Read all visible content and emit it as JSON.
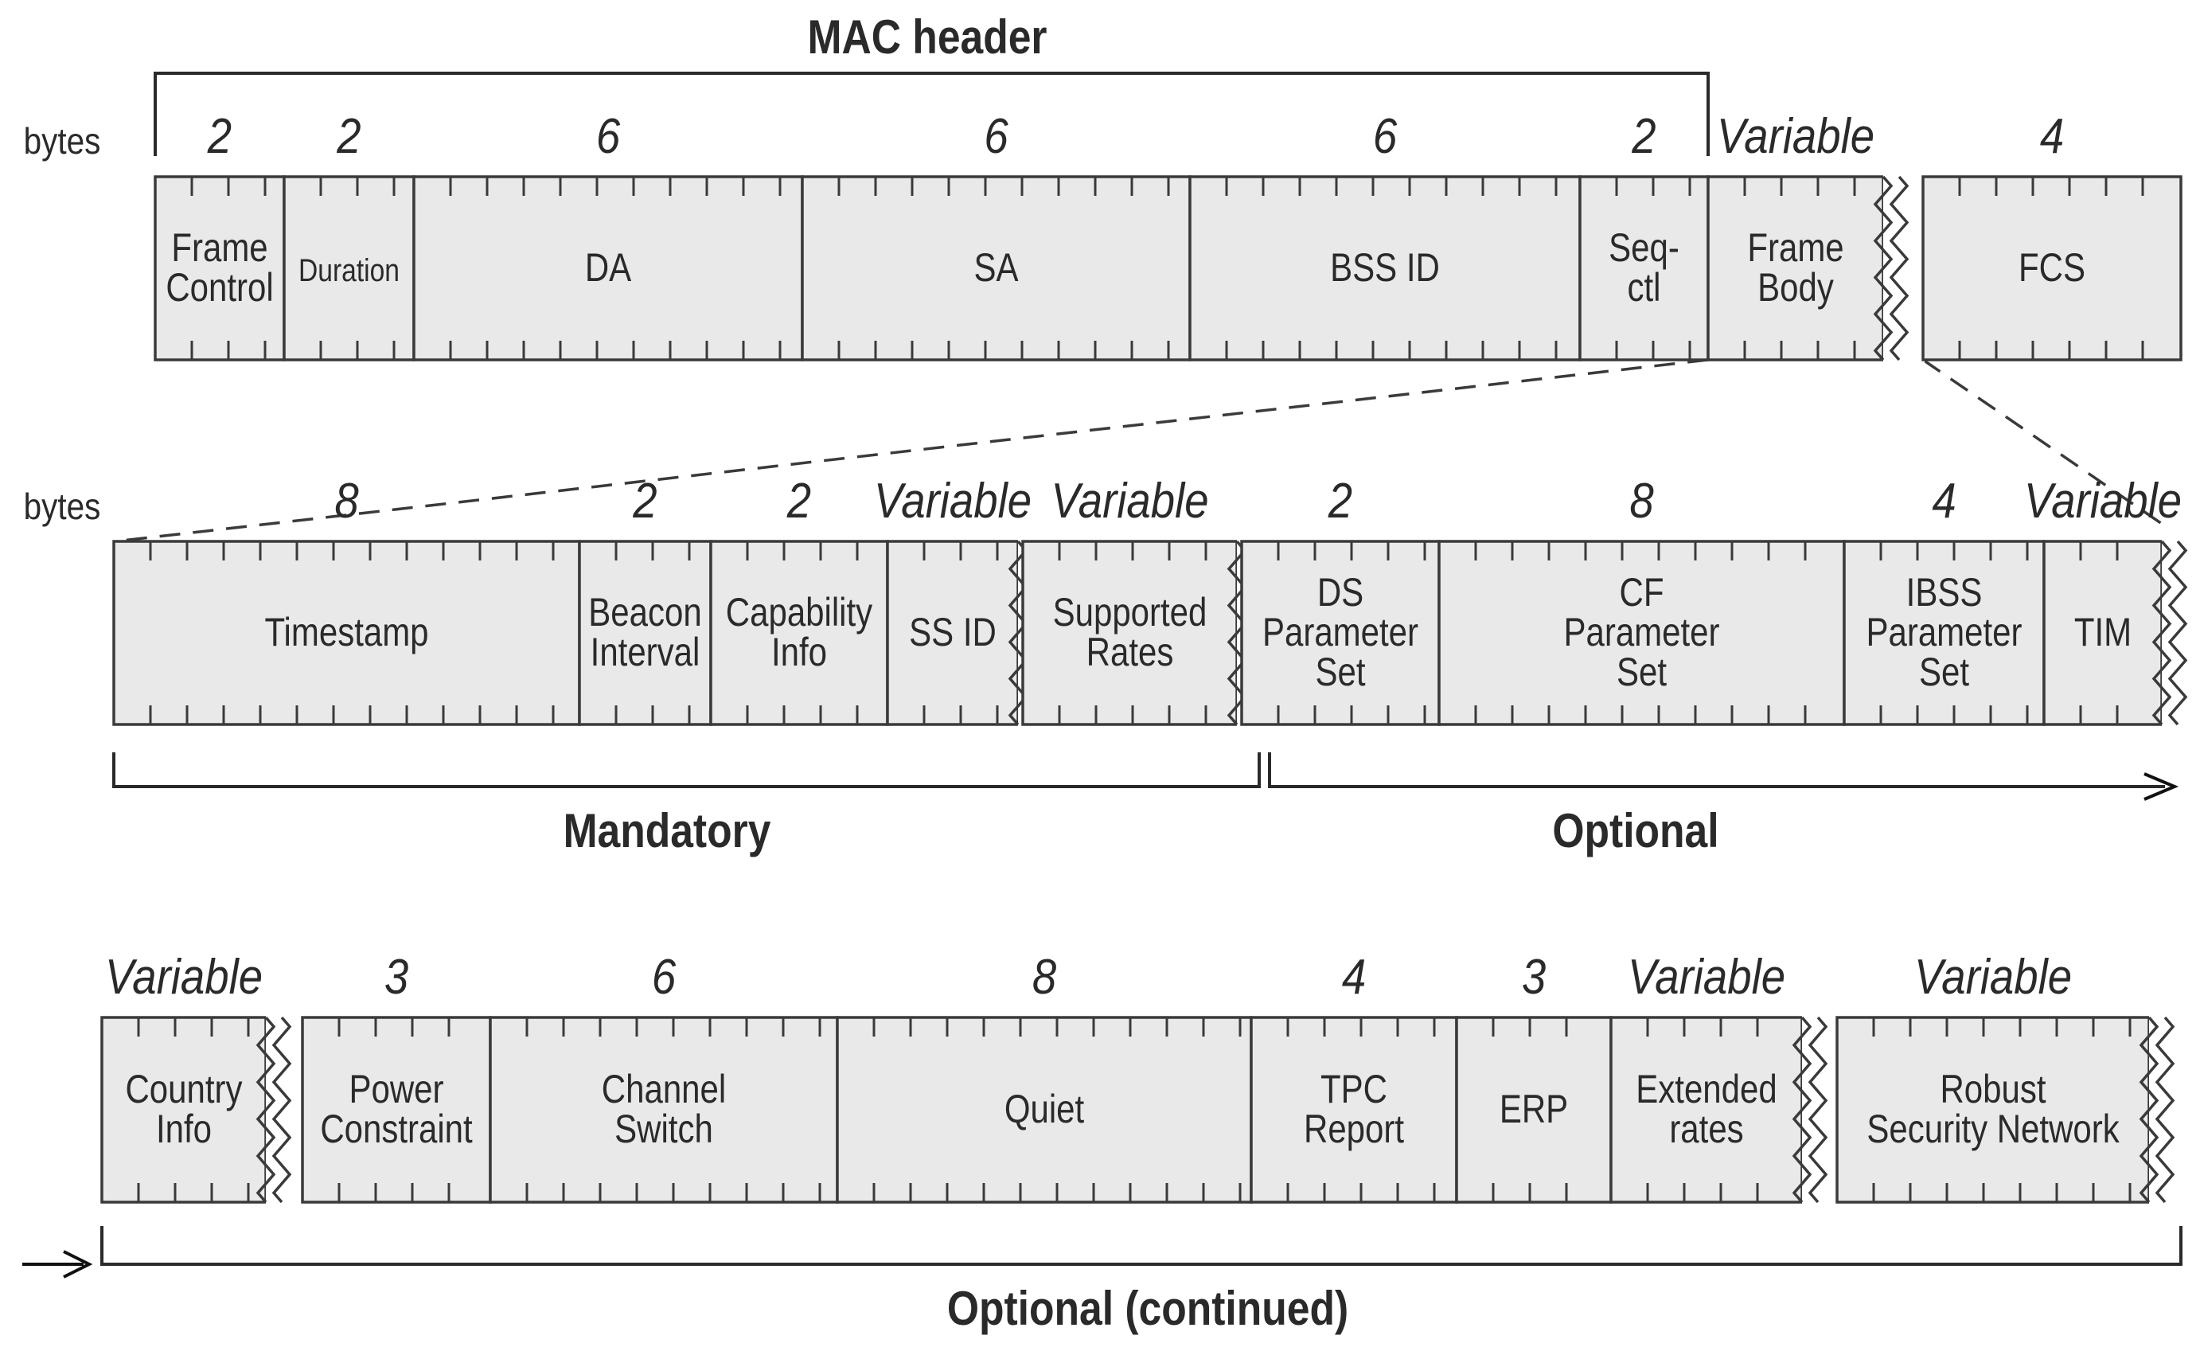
{
  "labels": {
    "mac_header": "MAC header",
    "bytes": "bytes",
    "mandatory": "Mandatory",
    "optional": "Optional",
    "optional_continued": "Optional (continued)"
  },
  "rows": [
    {
      "fields": [
        {
          "size": "2",
          "lines": [
            "Frame",
            "Control"
          ]
        },
        {
          "size": "2",
          "lines": [
            "Duration"
          ],
          "small": true
        },
        {
          "size": "6",
          "lines": [
            "DA"
          ]
        },
        {
          "size": "6",
          "lines": [
            "SA"
          ]
        },
        {
          "size": "6",
          "lines": [
            "BSS ID"
          ]
        },
        {
          "size": "2",
          "lines": [
            "Seq-",
            "ctl"
          ]
        },
        {
          "size": "Variable",
          "lines": [
            "Frame",
            "Body"
          ]
        },
        {
          "size": "4",
          "lines": [
            "FCS"
          ]
        }
      ]
    },
    {
      "fields": [
        {
          "size": "8",
          "lines": [
            "Timestamp"
          ]
        },
        {
          "size": "2",
          "lines": [
            "Beacon",
            "Interval"
          ]
        },
        {
          "size": "2",
          "lines": [
            "Capability",
            "Info"
          ]
        },
        {
          "size": "Variable",
          "lines": [
            "SS ID"
          ]
        },
        {
          "size": "Variable",
          "lines": [
            "Supported",
            "Rates"
          ]
        },
        {
          "size": "2",
          "lines": [
            "DS",
            "Parameter",
            "Set"
          ]
        },
        {
          "size": "8",
          "lines": [
            "CF",
            "Parameter",
            "Set"
          ]
        },
        {
          "size": "4",
          "lines": [
            "IBSS",
            "Parameter",
            "Set"
          ]
        },
        {
          "size": "Variable",
          "lines": [
            "TIM"
          ]
        }
      ]
    },
    {
      "fields": [
        {
          "size": "Variable",
          "lines": [
            "Country",
            "Info"
          ]
        },
        {
          "size": "3",
          "lines": [
            "Power",
            "Constraint"
          ]
        },
        {
          "size": "6",
          "lines": [
            "Channel",
            "Switch"
          ]
        },
        {
          "size": "8",
          "lines": [
            "Quiet"
          ]
        },
        {
          "size": "4",
          "lines": [
            "TPC",
            "Report"
          ]
        },
        {
          "size": "3",
          "lines": [
            "ERP"
          ]
        },
        {
          "size": "Variable",
          "lines": [
            "Extended",
            "rates"
          ]
        },
        {
          "size": "Variable",
          "lines": [
            "Robust",
            "Security Network"
          ]
        }
      ]
    }
  ]
}
